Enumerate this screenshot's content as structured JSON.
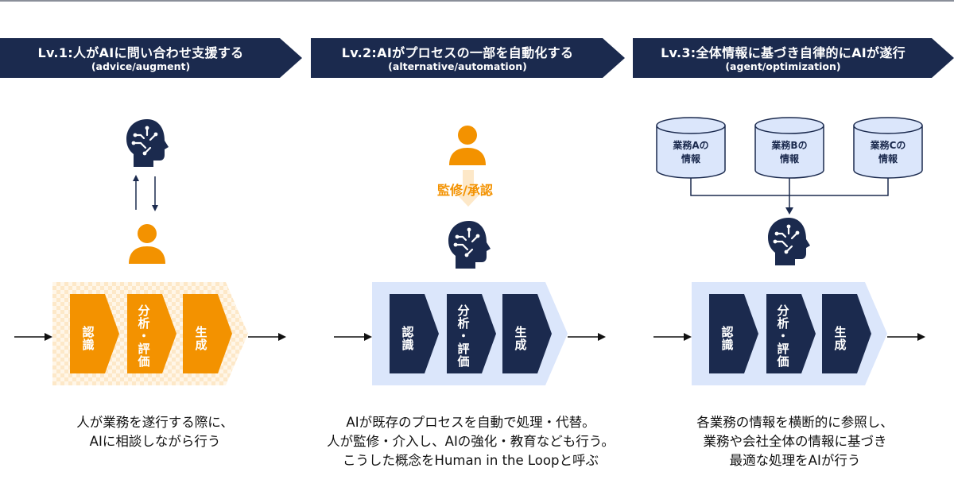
{
  "levels": [
    {
      "title": "Lv.1:人がAIに問い合わせ支援する",
      "subtitle": "(advice/augment)",
      "description": [
        "人が業務を遂行する際に、",
        "AIに相談しながら行う"
      ]
    },
    {
      "title": "Lv.2:AIがプロセスの一部を自動化する",
      "subtitle": "(alternative/automation)",
      "description": [
        "AIが既存のプロセスを自動で処理・代替。",
        "人が監修・介入し、AIの強化・教育なども行う。",
        "こうした概念をHuman in the Loopと呼ぶ"
      ]
    },
    {
      "title": "Lv.3:全体情報に基づき自律的にAIが遂行",
      "subtitle": "(agent/optimization)",
      "description": [
        "各業務の情報を横断的に参照し、",
        "業務や会社全体の情報に基づき",
        "最適な処理をAIが行う"
      ]
    }
  ],
  "process_steps": [
    "認識",
    "分析・評価",
    "生成"
  ],
  "supervision_label": "監修/承認",
  "databases": [
    "業務Aの\n情報",
    "業務Bの\n情報",
    "業務Cの\n情報"
  ],
  "colors": {
    "navy": "#1b2a4e",
    "orange": "#f39200",
    "light_blue": "#dbe6fb",
    "light_orange": "#fde8c8"
  },
  "icons": {
    "ai": "ai-head-icon",
    "person": "person-icon"
  }
}
